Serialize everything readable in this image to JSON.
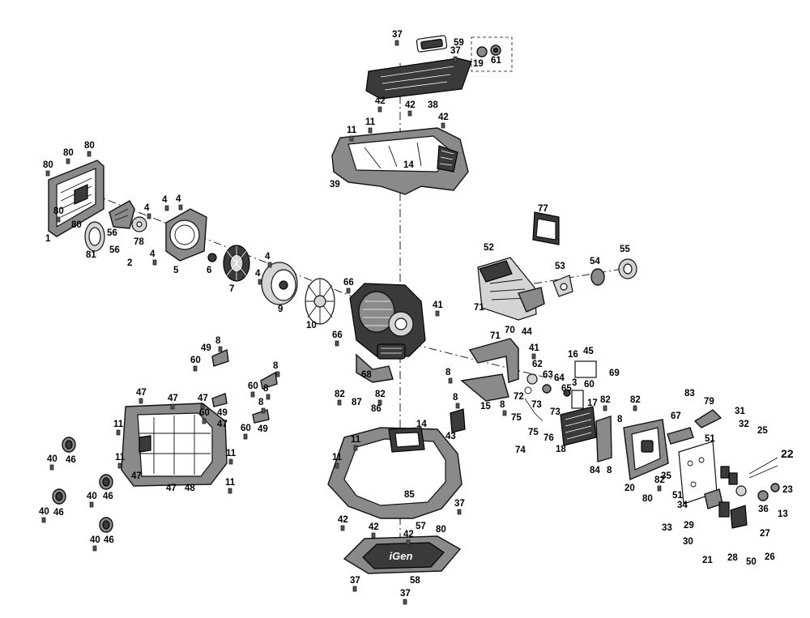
{
  "diagram": {
    "type": "exploded-parts-view",
    "logo_text": "iGen",
    "callouts": [
      {
        "id": "c-37a",
        "text": "37"
      },
      {
        "id": "c-59",
        "text": "59"
      },
      {
        "id": "c-37b",
        "text": "37"
      },
      {
        "id": "c-38",
        "text": "38"
      },
      {
        "id": "c-19",
        "text": "19"
      },
      {
        "id": "c-61",
        "text": "61"
      },
      {
        "id": "c-42a",
        "text": "42"
      },
      {
        "id": "c-42b",
        "text": "42"
      },
      {
        "id": "c-42c",
        "text": "42"
      },
      {
        "id": "c-11a",
        "text": "11"
      },
      {
        "id": "c-11b",
        "text": "11"
      },
      {
        "id": "c-14a",
        "text": "14"
      },
      {
        "id": "c-39",
        "text": "39"
      },
      {
        "id": "c-80a",
        "text": "80"
      },
      {
        "id": "c-80b",
        "text": "80"
      },
      {
        "id": "c-80c",
        "text": "80"
      },
      {
        "id": "c-80d",
        "text": "80"
      },
      {
        "id": "c-80e",
        "text": "80"
      },
      {
        "id": "c-1",
        "text": "1"
      },
      {
        "id": "c-81",
        "text": "81"
      },
      {
        "id": "c-56a",
        "text": "56"
      },
      {
        "id": "c-56b",
        "text": "56"
      },
      {
        "id": "c-2",
        "text": "2"
      },
      {
        "id": "c-78",
        "text": "78"
      },
      {
        "id": "c-4a",
        "text": "4"
      },
      {
        "id": "c-4b",
        "text": "4"
      },
      {
        "id": "c-4c",
        "text": "4"
      },
      {
        "id": "c-4d",
        "text": "4"
      },
      {
        "id": "c-5",
        "text": "5"
      },
      {
        "id": "c-6",
        "text": "6"
      },
      {
        "id": "c-7",
        "text": "7"
      },
      {
        "id": "c-4e",
        "text": "4"
      },
      {
        "id": "c-4f",
        "text": "4"
      },
      {
        "id": "c-9",
        "text": "9"
      },
      {
        "id": "c-10",
        "text": "10"
      },
      {
        "id": "c-66a",
        "text": "66"
      },
      {
        "id": "c-66b",
        "text": "66"
      },
      {
        "id": "c-41a",
        "text": "41"
      },
      {
        "id": "c-77",
        "text": "77"
      },
      {
        "id": "c-52",
        "text": "52"
      },
      {
        "id": "c-53",
        "text": "53"
      },
      {
        "id": "c-54",
        "text": "54"
      },
      {
        "id": "c-55",
        "text": "55"
      },
      {
        "id": "c-71a",
        "text": "71"
      },
      {
        "id": "c-71b",
        "text": "71"
      },
      {
        "id": "c-70",
        "text": "70"
      },
      {
        "id": "c-44",
        "text": "44"
      },
      {
        "id": "c-41b",
        "text": "41"
      },
      {
        "id": "c-8a",
        "text": "8"
      },
      {
        "id": "c-62",
        "text": "62"
      },
      {
        "id": "c-63",
        "text": "63"
      },
      {
        "id": "c-64",
        "text": "64"
      },
      {
        "id": "c-3",
        "text": "3"
      },
      {
        "id": "c-65",
        "text": "65"
      },
      {
        "id": "c-16",
        "text": "16"
      },
      {
        "id": "c-45",
        "text": "45"
      },
      {
        "id": "c-60a",
        "text": "60"
      },
      {
        "id": "c-69",
        "text": "69"
      },
      {
        "id": "c-82a",
        "text": "82"
      },
      {
        "id": "c-82b",
        "text": "82"
      },
      {
        "id": "c-8b",
        "text": "8"
      },
      {
        "id": "c-8c",
        "text": "8"
      },
      {
        "id": "c-15",
        "text": "15"
      },
      {
        "id": "c-72",
        "text": "72"
      },
      {
        "id": "c-73a",
        "text": "73"
      },
      {
        "id": "c-73b",
        "text": "73"
      },
      {
        "id": "c-75a",
        "text": "75"
      },
      {
        "id": "c-75b",
        "text": "75"
      },
      {
        "id": "c-74",
        "text": "74"
      },
      {
        "id": "c-76",
        "text": "76"
      },
      {
        "id": "c-17",
        "text": "17"
      },
      {
        "id": "c-18",
        "text": "18"
      },
      {
        "id": "c-84",
        "text": "84"
      },
      {
        "id": "c-8d",
        "text": "8"
      },
      {
        "id": "c-8e",
        "text": "8"
      },
      {
        "id": "c-20",
        "text": "20"
      },
      {
        "id": "c-67",
        "text": "67"
      },
      {
        "id": "c-83",
        "text": "83"
      },
      {
        "id": "c-79",
        "text": "79"
      },
      {
        "id": "c-31",
        "text": "31"
      },
      {
        "id": "c-32",
        "text": "32"
      },
      {
        "id": "c-25",
        "text": "25"
      },
      {
        "id": "c-22",
        "text": "22"
      },
      {
        "id": "c-51a",
        "text": "51"
      },
      {
        "id": "c-35",
        "text": "35"
      },
      {
        "id": "c-51b",
        "text": "51"
      },
      {
        "id": "c-34",
        "text": "34"
      },
      {
        "id": "c-23",
        "text": "23"
      },
      {
        "id": "c-36",
        "text": "36"
      },
      {
        "id": "c-13",
        "text": "13"
      },
      {
        "id": "c-82c",
        "text": "82"
      },
      {
        "id": "c-80f",
        "text": "80"
      },
      {
        "id": "c-33",
        "text": "33"
      },
      {
        "id": "c-29",
        "text": "29"
      },
      {
        "id": "c-30",
        "text": "30"
      },
      {
        "id": "c-21",
        "text": "21"
      },
      {
        "id": "c-28",
        "text": "28"
      },
      {
        "id": "c-50",
        "text": "50"
      },
      {
        "id": "c-26",
        "text": "26"
      },
      {
        "id": "c-27",
        "text": "27"
      },
      {
        "id": "c-8f",
        "text": "8"
      },
      {
        "id": "c-49a",
        "text": "49"
      },
      {
        "id": "c-60b",
        "text": "60"
      },
      {
        "id": "c-8g",
        "text": "8"
      },
      {
        "id": "c-60c",
        "text": "60"
      },
      {
        "id": "c-8h",
        "text": "8"
      },
      {
        "id": "c-8i",
        "text": "8"
      },
      {
        "id": "c-60d",
        "text": "60"
      },
      {
        "id": "c-49b",
        "text": "49"
      },
      {
        "id": "c-60e",
        "text": "60"
      },
      {
        "id": "c-49c",
        "text": "49"
      },
      {
        "id": "c-47a",
        "text": "47"
      },
      {
        "id": "c-47b",
        "text": "47"
      },
      {
        "id": "c-47c",
        "text": "47"
      },
      {
        "id": "c-11c",
        "text": "11"
      },
      {
        "id": "c-11d",
        "text": "11"
      },
      {
        "id": "c-47d",
        "text": "47"
      },
      {
        "id": "c-11e",
        "text": "11"
      },
      {
        "id": "c-47e",
        "text": "47"
      },
      {
        "id": "c-48",
        "text": "48"
      },
      {
        "id": "c-47f",
        "text": "47"
      },
      {
        "id": "c-11f",
        "text": "11"
      },
      {
        "id": "c-40a",
        "text": "40"
      },
      {
        "id": "c-46a",
        "text": "46"
      },
      {
        "id": "c-40b",
        "text": "40"
      },
      {
        "id": "c-46b",
        "text": "46"
      },
      {
        "id": "c-40c",
        "text": "40"
      },
      {
        "id": "c-46c",
        "text": "46"
      },
      {
        "id": "c-40d",
        "text": "40"
      },
      {
        "id": "c-46d",
        "text": "46"
      },
      {
        "id": "c-68",
        "text": "68"
      },
      {
        "id": "c-82d",
        "text": "82"
      },
      {
        "id": "c-82e",
        "text": "82"
      },
      {
        "id": "c-87",
        "text": "87"
      },
      {
        "id": "c-86",
        "text": "86"
      },
      {
        "id": "c-14b",
        "text": "14"
      },
      {
        "id": "c-43",
        "text": "43"
      },
      {
        "id": "c-11g",
        "text": "11"
      },
      {
        "id": "c-11h",
        "text": "11"
      },
      {
        "id": "c-85",
        "text": "85"
      },
      {
        "id": "c-37c",
        "text": "37"
      },
      {
        "id": "c-42d",
        "text": "42"
      },
      {
        "id": "c-42e",
        "text": "42"
      },
      {
        "id": "c-57",
        "text": "57"
      },
      {
        "id": "c-42f",
        "text": "42"
      },
      {
        "id": "c-80g",
        "text": "80"
      },
      {
        "id": "c-37d",
        "text": "37"
      },
      {
        "id": "c-58",
        "text": "58"
      },
      {
        "id": "c-37e",
        "text": "37"
      }
    ]
  }
}
